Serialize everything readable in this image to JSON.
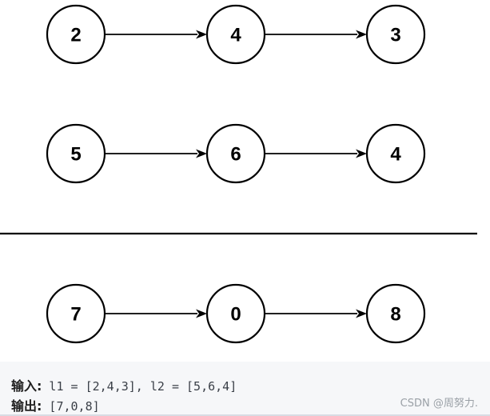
{
  "diagram": {
    "lists": [
      {
        "nodes": [
          "2",
          "4",
          "3"
        ]
      },
      {
        "nodes": [
          "5",
          "6",
          "4"
        ]
      },
      {
        "nodes": [
          "7",
          "0",
          "8"
        ]
      }
    ],
    "colors": {
      "node_fill": "#ffffff",
      "stroke": "#000000"
    }
  },
  "example": {
    "input_label": "输入:",
    "input_value": " l1 = [2,4,3], l2 = [5,6,4]",
    "output_label": "输出:",
    "output_value": " [7,0,8]"
  },
  "watermark": "CSDN @周努力."
}
